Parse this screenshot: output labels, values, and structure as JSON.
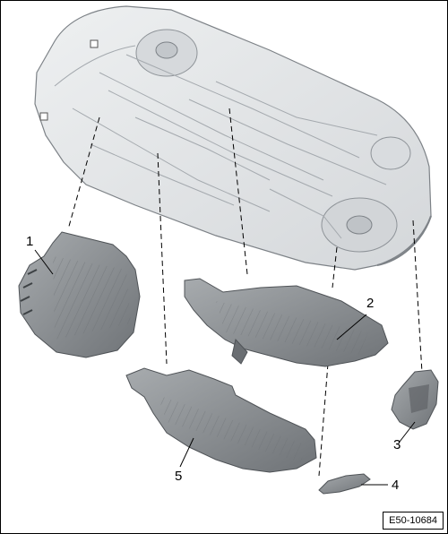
{
  "figure_code": "E50-10684",
  "callouts": [
    {
      "id": "1",
      "label": "1"
    },
    {
      "id": "2",
      "label": "2"
    },
    {
      "id": "3",
      "label": "3"
    },
    {
      "id": "4",
      "label": "4"
    },
    {
      "id": "5",
      "label": "5"
    }
  ],
  "colors": {
    "body_fill": "#e6e7e8",
    "body_stroke": "#7d8287",
    "body_detail": "#b7bbbf",
    "panel_fill": "#8c9093",
    "panel_dark": "#5f6367",
    "panel_light": "#b4b8bb",
    "line": "#000000"
  }
}
